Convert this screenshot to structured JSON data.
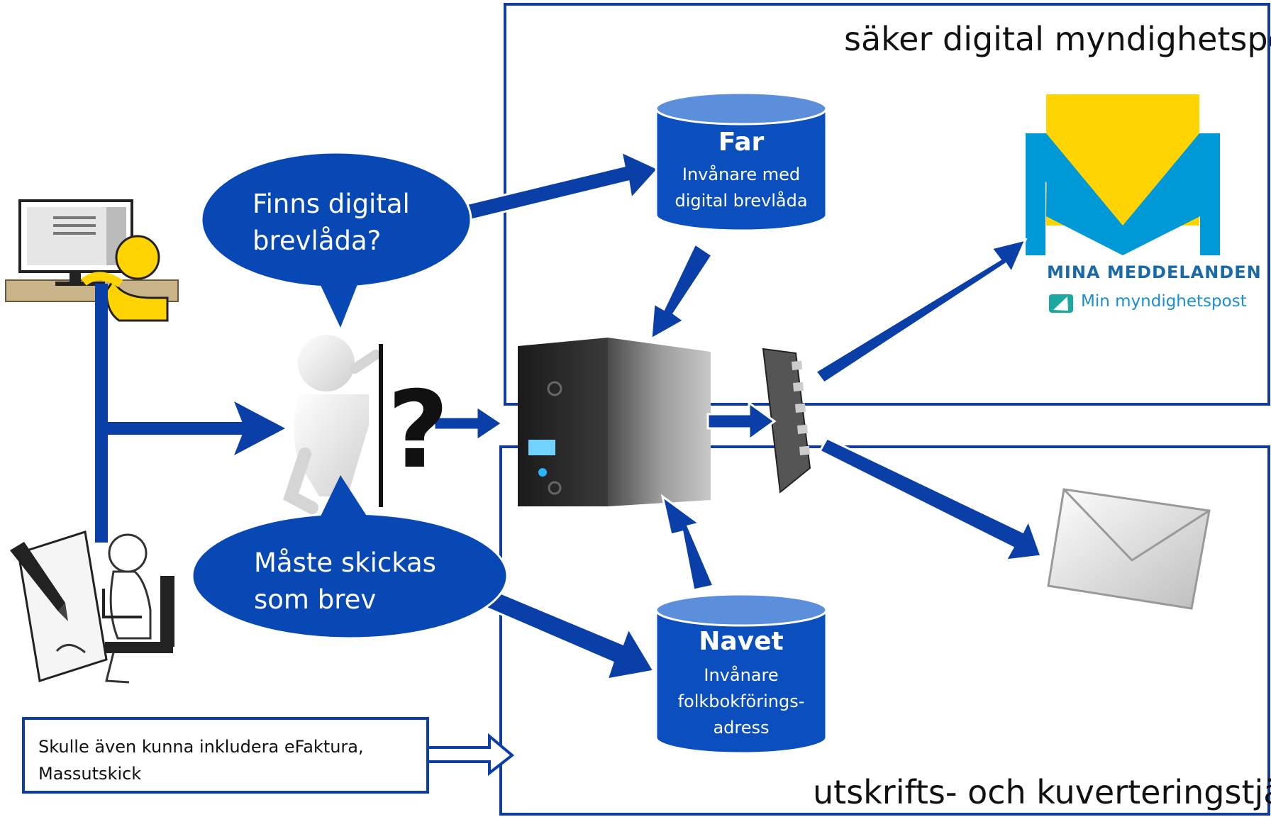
{
  "regions": {
    "digital_title": "säker digital myndighetspost",
    "print_title": "utskrifts- och kuverteringstjänst"
  },
  "bubbles": {
    "top_line1": "Finns digital",
    "top_line2": "brevlåda?",
    "bottom_line1": "Måste skickas",
    "bottom_line2": "som brev"
  },
  "databases": {
    "far_title": "Far",
    "far_line1": "Invånare med",
    "far_line2": "digital brevlåda",
    "navet_title": "Navet",
    "navet_line1": "Invånare",
    "navet_line2": "folkbokförings-",
    "navet_line3": "adress"
  },
  "logo": {
    "caption": "MINA MEDDELANDEN",
    "sub": "Min myndighetspost"
  },
  "question_mark": "?",
  "note": {
    "line1": "Skulle även kunna inkludera eFaktura,",
    "line2": "Massutskick"
  },
  "colors": {
    "arrow": "#0a3fa8",
    "bubble": "#0848b4",
    "db_fill": "#0b4fbf",
    "db_top": "#5b8fdc",
    "frame": "#113c9c",
    "logo_blue": "#0099d8",
    "logo_yellow": "#ffd400"
  },
  "icons": {
    "computer_user": "computer-user-icon",
    "person_with_laptop": "laptop-user-icon",
    "signing": "pen-signing-icon",
    "figure": "peeking-figure-icon",
    "server": "server-icon",
    "switch": "network-switch-icon",
    "envelope": "envelope-icon",
    "logo": "mina-meddelanden-logo"
  }
}
